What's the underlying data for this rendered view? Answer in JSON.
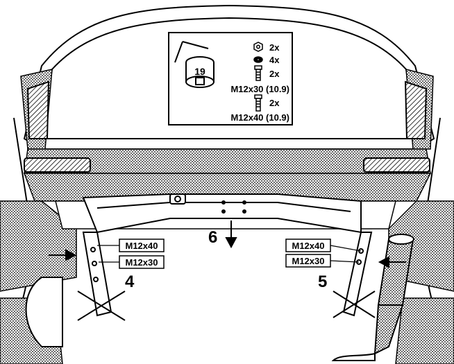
{
  "colors": {
    "ink": "#000000",
    "paper": "#ffffff",
    "shade": "#bdbdbd"
  },
  "icons": [
    "socket-wrench-icon",
    "nut-icon",
    "washer-icon",
    "bolt-icon"
  ],
  "tools_panel": {
    "socket_size": "19",
    "parts": [
      {
        "icon": "nut-icon",
        "qty": "2x"
      },
      {
        "icon": "washer-icon",
        "qty": "4x"
      },
      {
        "icon": "bolt-icon",
        "qty": "2x",
        "spec": "M12x30 (10.9)"
      },
      {
        "icon": "bolt-icon",
        "qty": "2x",
        "spec": "M12x40 (10.9)"
      }
    ]
  },
  "callouts": {
    "left_upper": "M12x40",
    "left_lower": "M12x30",
    "right_upper": "M12x40",
    "right_lower": "M12x30"
  },
  "steps": {
    "left": "4",
    "right": "5",
    "center": "6"
  }
}
